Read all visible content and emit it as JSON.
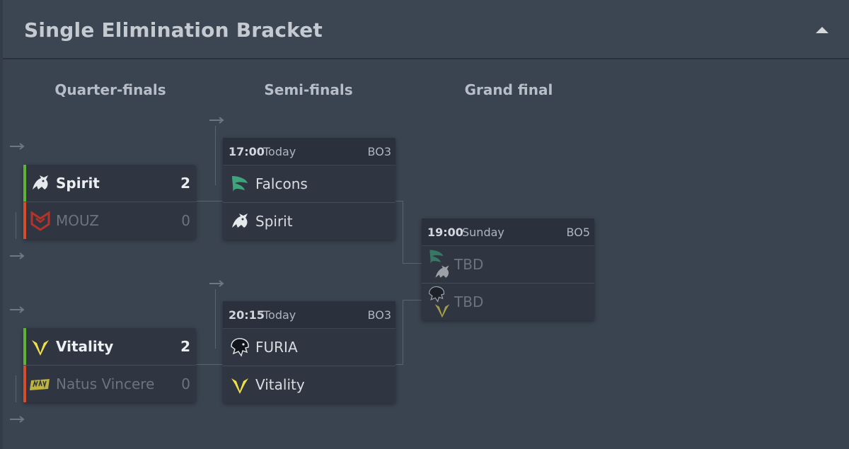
{
  "header": {
    "title": "Single Elimination Bracket"
  },
  "rounds": {
    "qf": "Quarter-finals",
    "sf": "Semi-finals",
    "gf": "Grand final"
  },
  "qf1": {
    "team1": {
      "name": "Spirit",
      "score": "2"
    },
    "team2": {
      "name": "MOUZ",
      "score": "0"
    }
  },
  "qf2": {
    "team1": {
      "name": "Vitality",
      "score": "2"
    },
    "team2": {
      "name": "Natus Vincere",
      "score": "0"
    }
  },
  "sf1": {
    "time": "17:00",
    "day": "Today",
    "format": "BO3",
    "team1": {
      "name": "Falcons"
    },
    "team2": {
      "name": "Spirit"
    }
  },
  "sf2": {
    "time": "20:15",
    "day": "Today",
    "format": "BO3",
    "team1": {
      "name": "FURIA"
    },
    "team2": {
      "name": "Vitality"
    }
  },
  "gf": {
    "time": "19:00",
    "day": "Sunday",
    "format": "BO5",
    "team1": {
      "name": "TBD"
    },
    "team2": {
      "name": "TBD"
    }
  },
  "colors": {
    "win": "#5fb233",
    "lose": "#d54d2b",
    "falcons": "#3fa37b",
    "vitality": "#f2e04a",
    "mouz": "#b7322a"
  },
  "icons": {
    "collapse": "caret-up-icon",
    "advance": "arrow-right-icon",
    "spirit": "dragon-logo-icon",
    "mouz": "mouz-logo-icon",
    "vitality": "bee-logo-icon",
    "navi": "navi-logo-icon",
    "falcons": "falcon-logo-icon",
    "furia": "panther-logo-icon"
  }
}
